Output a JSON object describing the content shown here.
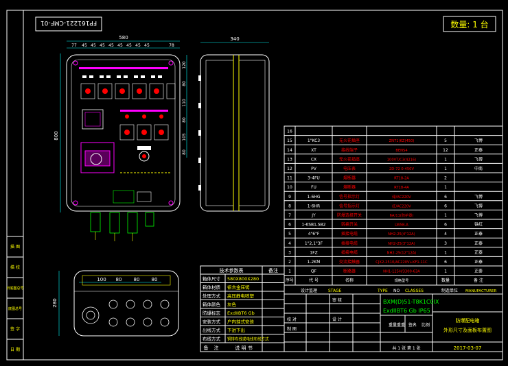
{
  "header": {
    "drawing_code": "FP161221-CMF-01",
    "quantity": "数量: 1 台"
  },
  "dimensions": {
    "front_width": "580",
    "front_height": "800",
    "top_segments": [
      "77",
      "45",
      "45",
      "45",
      "45",
      "45",
      "45",
      "45",
      "45",
      "78"
    ],
    "side_width": "340",
    "right_segments": [
      "120",
      "80",
      "110",
      "80",
      "105",
      "80"
    ],
    "bottom_height": "280",
    "bottom_segments": [
      "100",
      "80",
      "80",
      "80"
    ]
  },
  "colors": {
    "background": "#000000",
    "frame": "#ffffff",
    "table_lines": "#ffffff",
    "accent_text": "#ff0000",
    "yellow_text": "#ffff00",
    "green_text": "#00ff00",
    "magenta": "#ff00ff",
    "cyan": "#00ffff"
  },
  "left_strip": [
    "描 图",
    "描 校",
    "旧底图总号",
    "底图总号",
    "签 字",
    "日 期"
  ],
  "tech_params": {
    "title_left": "技术参数表",
    "title_right": "备注",
    "rows": [
      {
        "k": "箱体尺寸",
        "v": "580X800X280"
      },
      {
        "k": "箱体材质",
        "v": "铝合金压铸"
      },
      {
        "k": "处理方式",
        "v": "高压静电喷塑"
      },
      {
        "k": "箱体颜色",
        "v": "灰色"
      },
      {
        "k": "防爆标志",
        "v": "ExdIIBT6 Gb"
      },
      {
        "k": "安装方式",
        "v": "户内挂式安装"
      },
      {
        "k": "出线方式",
        "v": "下进下出"
      },
      {
        "k": "布线方式",
        "v": "铜排布线或电线布线方式"
      }
    ],
    "footer": {
      "a": "备",
      "b": "注",
      "c": "说 明 书"
    }
  },
  "bom": {
    "rows": [
      {
        "no": "16",
        "code": "",
        "name": "",
        "spec": "",
        "qty": "",
        "note": ""
      },
      {
        "no": "15",
        "code": "1\"KC3",
        "name": "无火花插座",
        "spec": "ZN71(6Z(450)",
        "qty": "5",
        "note": "飞博"
      },
      {
        "no": "14",
        "code": "XT",
        "name": "接线端子",
        "spec": "BENS4",
        "qty": "12",
        "note": "正泰"
      },
      {
        "no": "13",
        "code": "CX",
        "name": "无火花插座",
        "spec": "100VT/C3(4216)",
        "qty": "1",
        "note": "飞博"
      },
      {
        "no": "12",
        "code": "PV",
        "name": "电压表",
        "spec": "2D-72 0-450V",
        "qty": "1",
        "note": "中南"
      },
      {
        "no": "11",
        "code": "3-4FU",
        "name": "熔断器",
        "spec": "RT18-2A",
        "qty": "2",
        "note": ""
      },
      {
        "no": "10",
        "code": "FU",
        "name": "熔断器",
        "spec": "RT18-4A",
        "qty": "1",
        "note": ""
      },
      {
        "no": "9",
        "code": "1-6HG",
        "name": "信号指示灯",
        "spec": "绿/AC220V",
        "qty": "6",
        "note": "飞博"
      },
      {
        "no": "8",
        "code": "1-6HR",
        "name": "信号指示灯",
        "spec": "红/AC220V",
        "qty": "6",
        "note": "飞博"
      },
      {
        "no": "7",
        "code": "JY",
        "name": "防爆选择开关",
        "spec": "6A/11(防护罩)",
        "qty": "1",
        "note": "飞博"
      },
      {
        "no": "6",
        "code": "1-6SB1,SB2",
        "name": "转换开关",
        "spec": "LW5B-A",
        "qty": "6",
        "note": "铁红"
      },
      {
        "no": "5",
        "code": "4\"6\"F",
        "name": "插接电缆",
        "spec": "NH2-25(4\"12A)",
        "qty": "4",
        "note": "正泰"
      },
      {
        "no": "4",
        "code": "1\"2,1\"3F",
        "name": "插接电缆",
        "spec": "NH2-25(3\"12A)",
        "qty": "3",
        "note": "正泰"
      },
      {
        "no": "3",
        "code": "1FZ",
        "name": "插接电缆",
        "spec": "NH2-25(12\"12A)",
        "qty": "1",
        "note": "正泰"
      },
      {
        "no": "2",
        "code": "1-2KM",
        "name": "交流接触器",
        "spec": "CJX2-2510/AC220V+KF1-11C",
        "qty": "6",
        "note": "正泰"
      },
      {
        "no": "1",
        "code": "QF",
        "name": "断路器",
        "spec": "NH1-125H/3300-63A",
        "qty": "1",
        "note": "正泰"
      }
    ],
    "header": {
      "no": "序号",
      "code": "代 号",
      "name": "名称",
      "spec": "规格型号",
      "qty": "数量",
      "note": "备 注"
    }
  },
  "title_block": {
    "design_left": "设计监理",
    "design_val": "STAGE",
    "tag": "TYPE",
    "tag2": "NO",
    "tag3": "CLASSES",
    "mfr_label": "制造单位",
    "mfr_val": "MANUFACTURER",
    "approve": "审 核",
    "model1": "BXM(D)51-T8K1C0IX",
    "model2": "ExdIIBT6 Gb IP65",
    "check": "校 对",
    "design": "设 计",
    "drawn": "制 图",
    "sign": "签名",
    "weight": "重量重重",
    "ratio": "比例",
    "product": "防爆配电箱",
    "product2": "外形尺寸及面板布置图",
    "sheet": "共 1 张 第 1 张",
    "date": "2017-03-07"
  }
}
